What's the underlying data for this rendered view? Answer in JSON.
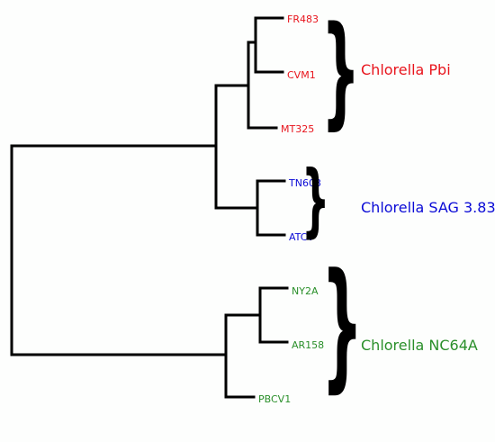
{
  "groups": [
    {
      "label": "Chlorella Pbi",
      "color": "#e8141c",
      "leaves": [
        "FR483",
        "CVM1",
        "MT325"
      ]
    },
    {
      "label": "Chlorella SAG 3.83",
      "color": "#0a0ad6",
      "leaves": [
        "TN603",
        "ATCV"
      ]
    },
    {
      "label": "Chlorella NC64A",
      "color": "#2a8f2a",
      "leaves": [
        "NY2A",
        "AR158",
        "PBCV1"
      ]
    }
  ],
  "brace_glyph": "}"
}
